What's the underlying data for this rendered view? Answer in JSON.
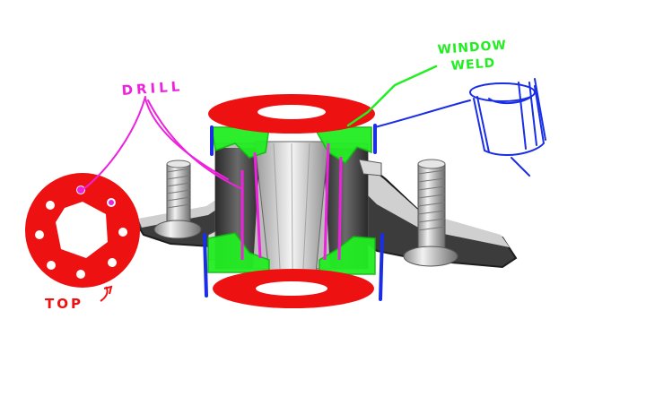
{
  "labels": {
    "drill": "DRILL",
    "window": "WINDOW",
    "weld": "WELD",
    "top": "TOP"
  },
  "colors": {
    "background": "#ffffff",
    "red": "#ee1111",
    "green": "#22ee22",
    "magenta": "#ee22dd",
    "blue": "#1a2ee6",
    "metal_light": "#d8d8d8",
    "metal_dark": "#3a3a3a"
  }
}
